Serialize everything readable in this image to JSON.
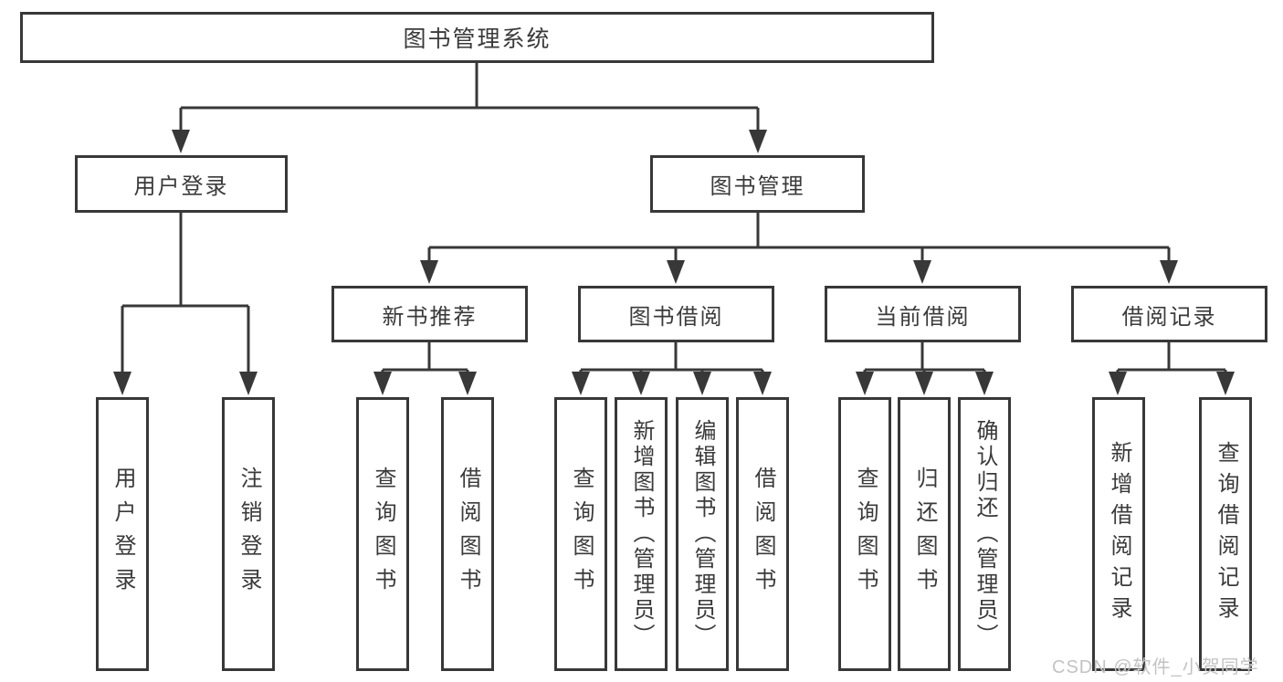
{
  "page": {
    "background": "#ffffff"
  },
  "colors": {
    "line": "#383838",
    "box_border": "#383838",
    "text": "#3a3a3a",
    "watermark": "#c3c3c3"
  },
  "watermark": {
    "text": "CSDN @软件_小贺同学"
  },
  "diagram": {
    "type": "tree",
    "root": {
      "label": "图书管理系统"
    },
    "level1": [
      {
        "id": "user-login",
        "label": "用户登录",
        "parent": "root"
      },
      {
        "id": "book-management",
        "label": "图书管理",
        "parent": "root"
      }
    ],
    "level2": [
      {
        "id": "new-book-recommend",
        "label": "新书推荐",
        "parent": "book-management"
      },
      {
        "id": "book-borrow",
        "label": "图书借阅",
        "parent": "book-management"
      },
      {
        "id": "current-borrow",
        "label": "当前借阅",
        "parent": "book-management"
      },
      {
        "id": "borrow-records",
        "label": "借阅记录",
        "parent": "book-management"
      }
    ],
    "leaves": {
      "user_login": [
        "用户登录",
        "注销登录"
      ],
      "new_book": [
        "查询图书",
        "借阅图书"
      ],
      "book_borrow": [
        "查询图书",
        "新增图书（管理员）",
        "编辑图书（管理员）",
        "借阅图书"
      ],
      "current_borrow": [
        "查询图书",
        "归还图书",
        "确认归还（管理员）"
      ],
      "records": [
        "新增借阅记录",
        "查询借阅记录"
      ]
    }
  }
}
